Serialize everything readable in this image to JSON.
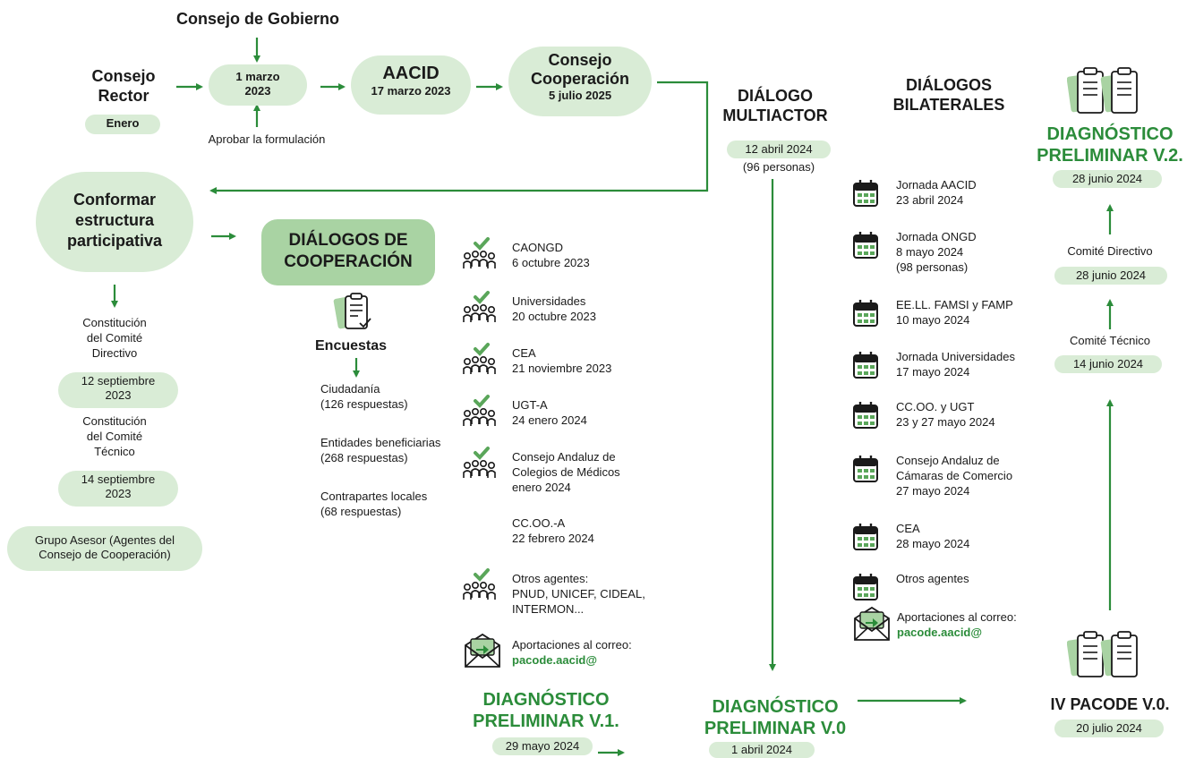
{
  "top": {
    "consejo_gobierno": "Consejo de Gobierno",
    "consejo_rector_1": "Consejo",
    "consejo_rector_2": "Rector",
    "enero": "Enero",
    "marzo_1": "1 marzo",
    "marzo_2": "2023",
    "aprobar": "Aprobar la formulación",
    "aacid": "AACID",
    "aacid_date": "17 marzo 2023",
    "consejo_coop_1": "Consejo",
    "consejo_coop_2": "Cooperación",
    "consejo_coop_date": "5 julio 2025"
  },
  "conformar": {
    "line1": "Conformar",
    "line2": "estructura",
    "line3": "participativa",
    "cd_label_1": "Constitución",
    "cd_label_2": "del Comité",
    "cd_label_3": "Directivo",
    "cd_date_1": "12 septiembre",
    "cd_date_2": "2023",
    "ct_label_1": "Constitución",
    "ct_label_2": "del Comité",
    "ct_label_3": "Técnico",
    "ct_date_1": "14 septiembre",
    "ct_date_2": "2023",
    "grupo_1": "Grupo Asesor (Agentes del",
    "grupo_2": "Consejo de Cooperación)"
  },
  "dialogos_coop": {
    "title_1": "DIÁLOGOS DE",
    "title_2": "COOPERACIÓN",
    "encuestas": "Encuestas",
    "surveys": [
      {
        "name": "Ciudadanía",
        "count": "(126 respuestas)"
      },
      {
        "name": "Entidades beneficiarias",
        "count": "(268 respuestas)"
      },
      {
        "name": "Contrapartes locales",
        "count": "(68 respuestas)"
      }
    ]
  },
  "coop_items": [
    {
      "l1": "CAONGD",
      "l2": "6 octubre 2023",
      "l3": ""
    },
    {
      "l1": "Universidades",
      "l2": "20 octubre 2023",
      "l3": ""
    },
    {
      "l1": "CEA",
      "l2": "21 noviembre 2023",
      "l3": ""
    },
    {
      "l1": "UGT-A",
      "l2": "24 enero 2024",
      "l3": ""
    },
    {
      "l1": "Consejo Andaluz de",
      "l2": "Colegios de Médicos",
      "l3": "enero 2024"
    },
    {
      "l1": "CC.OO.-A",
      "l2": "22 febrero 2024",
      "l3": ""
    },
    {
      "l1": "Otros agentes:",
      "l2": "PNUD, UNICEF, CIDEAL,",
      "l3": "INTERMON..."
    }
  ],
  "coop_mail": {
    "l1": "Aportaciones al correo:",
    "l2": "pacode.aacid@"
  },
  "multiactor": {
    "title_1": "DIÁLOGO",
    "title_2": "MULTIACTOR",
    "date": "12 abril 2024",
    "people": "(96 personas)"
  },
  "bilaterales": {
    "title_1": "DIÁLOGOS",
    "title_2": "BILATERALES",
    "items": [
      {
        "l1": "Jornada AACID",
        "l2": "23 abril 2024",
        "l3": ""
      },
      {
        "l1": "Jornada ONGD",
        "l2": "8 mayo 2024",
        "l3": "(98 personas)"
      },
      {
        "l1": "EE.LL. FAMSI y FAMP",
        "l2": "10 mayo 2024",
        "l3": ""
      },
      {
        "l1": "Jornada Universidades",
        "l2": "17 mayo 2024",
        "l3": ""
      },
      {
        "l1": "CC.OO. y UGT",
        "l2": "23 y 27 mayo 2024",
        "l3": ""
      },
      {
        "l1": "Consejo Andaluz de",
        "l2": "Cámaras de Comercio",
        "l3": "27 mayo 2024"
      },
      {
        "l1": "CEA",
        "l2": "28 mayo 2024",
        "l3": ""
      },
      {
        "l1": "Otros agentes",
        "l2": "",
        "l3": ""
      }
    ],
    "mail_1": "Aportaciones al correo:",
    "mail_2": "pacode.aacid@"
  },
  "right": {
    "diag_v2_1": "DIAGNÓSTICO",
    "diag_v2_2": "PRELIMINAR V.2.",
    "diag_v2_date": "28 junio 2024",
    "cdir": "Comité Directivo",
    "cdir_date": "28 junio 2024",
    "ctec": "Comité Técnico",
    "ctec_date": "14 junio 2024",
    "pacode": "IV PACODE V.0.",
    "pacode_date": "20 julio 2024"
  },
  "bottom": {
    "v1_1": "DIAGNÓSTICO",
    "v1_2": "PRELIMINAR V.1.",
    "v1_date": "29 mayo 2024",
    "v0_1": "DIAGNÓSTICO",
    "v0_2": "PRELIMINAR V.0",
    "v0_date": "1 abril 2024"
  },
  "colors": {
    "green": "#2b8c3a",
    "pill": "#d9ecd6",
    "box": "#a9d3a3"
  }
}
